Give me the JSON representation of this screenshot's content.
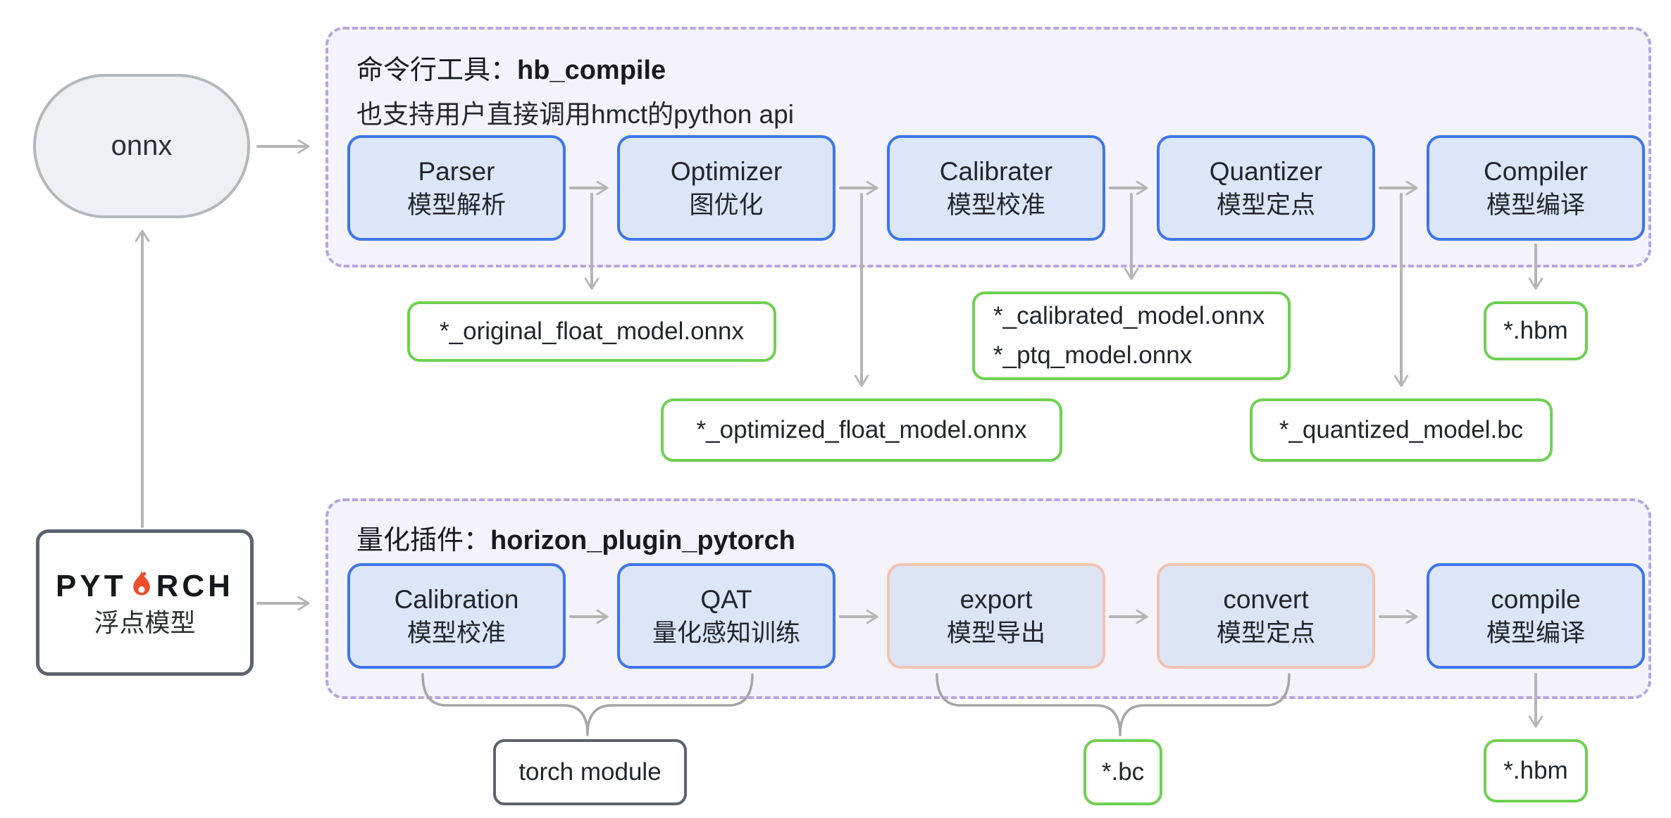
{
  "palette": {
    "stage_blue_border": "#3e76e8",
    "stage_fill": "#dde6f8",
    "stage_peach_border": "#f2c4b1",
    "output_green_border": "#6fd052",
    "panel_fill": "#f4f2fa",
    "panel_dash_border": "#b6a6df",
    "arrow_gray": "#b5b5b5",
    "brace_gray": "#a6a6a6",
    "dark_node_border": "#5b636d",
    "pytorch_orange": "#ee4c2c"
  },
  "onnx_node": {
    "label": "onnx"
  },
  "pytorch_node": {
    "logo_prefix": "PYT",
    "logo_suffix": "RCH",
    "flame_icon": "pytorch-flame",
    "sublabel": "浮点模型"
  },
  "hb_compile_panel": {
    "title_prefix": "命令行工具：",
    "title_name": "hb_compile",
    "subtitle": "也支持用户直接调用hmct的python api",
    "stages": [
      {
        "name": "Parser",
        "desc": "模型解析"
      },
      {
        "name": "Optimizer",
        "desc": "图优化"
      },
      {
        "name": "Calibrater",
        "desc": "模型校准"
      },
      {
        "name": "Quantizer",
        "desc": "模型定点"
      },
      {
        "name": "Compiler",
        "desc": "模型编译"
      }
    ],
    "outputs": {
      "original": "*_original_float_model.onnx",
      "calibrated_line1": "*_calibrated_model.onnx",
      "calibrated_line2": "*_ptq_model.onnx",
      "optimized": "*_optimized_float_model.onnx",
      "quantized": "*_quantized_model.bc",
      "hbm": "*.hbm"
    }
  },
  "plugin_panel": {
    "title_prefix": "量化插件：",
    "title_name": "horizon_plugin_pytorch",
    "stages": [
      {
        "name": "Calibration",
        "desc": "模型校准"
      },
      {
        "name": "QAT",
        "desc": "量化感知训练"
      },
      {
        "name": "export",
        "desc": "模型导出"
      },
      {
        "name": "convert",
        "desc": "模型定点"
      },
      {
        "name": "compile",
        "desc": "模型编译"
      }
    ],
    "outputs": {
      "torch_module": "torch module",
      "bc": "*.bc",
      "hbm": "*.hbm"
    }
  }
}
